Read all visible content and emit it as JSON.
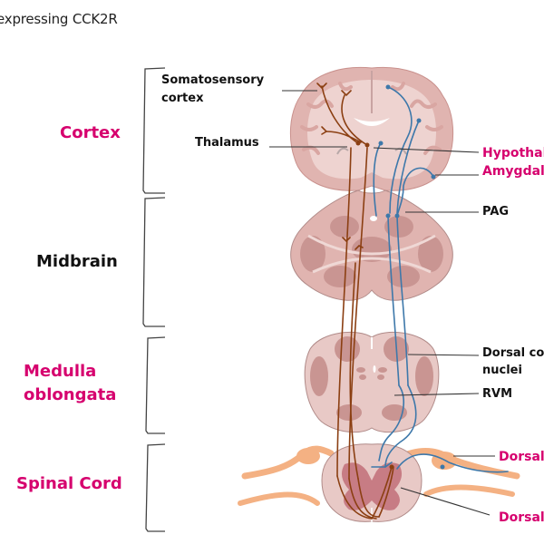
{
  "title": "expressing CCK2R",
  "regions": {
    "cortex": "Cortex",
    "midbrain": "Midbrain",
    "medulla_line1": "Medulla",
    "medulla_line2": "oblongata",
    "spinal_cord": "Spinal Cord"
  },
  "labels": {
    "somatosensory_line1": "Somatosensory",
    "somatosensory_line2": "cortex",
    "thalamus": "Thalamus",
    "hypothalamus": "Hypothal",
    "amygdala": "Amygdal",
    "pag": "PAG",
    "dorsal_column_line1": "Dorsal co",
    "dorsal_column_line2": "nuclei",
    "rvm": "RVM",
    "dorsal_root": "Dorsal",
    "dorsal_horn": "Dorsal"
  },
  "colors": {
    "accent_pink": "#d6006e",
    "ascending_pathway": "#8b3f12",
    "descending_pathway": "#3d78aa",
    "tissue": "#e8c9c6",
    "tissue_dark": "#c8908c",
    "ganglion": "#f4b183"
  }
}
